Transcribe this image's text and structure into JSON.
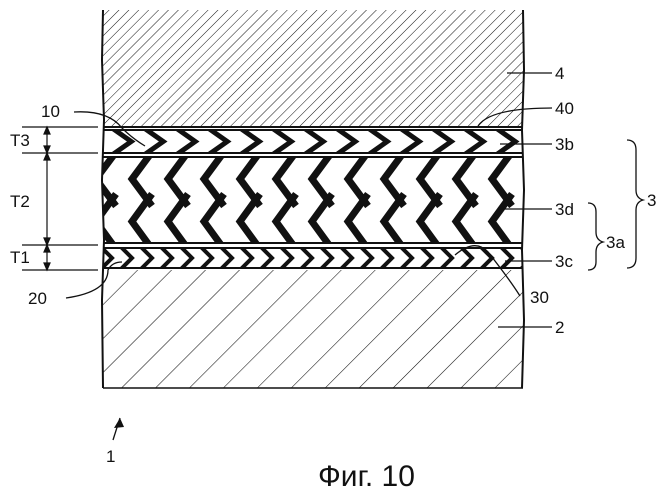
{
  "caption": "Фиг. 10",
  "assembly_ref": "1",
  "layers": {
    "top": "4",
    "base": "2",
    "upper_film": "3b",
    "middle_film": "3d",
    "lower_film": "3c"
  },
  "interfaces": {
    "left_upper": "10",
    "top_of_upper_film": "40",
    "lower_film_top": "30",
    "base_top": "20"
  },
  "groups": {
    "inner": "3a",
    "outer": "3"
  },
  "thicknesses": {
    "upper": "T3",
    "middle": "T2",
    "lower": "T1"
  },
  "colors": {
    "ink": "#111111",
    "background": "#ffffff"
  }
}
